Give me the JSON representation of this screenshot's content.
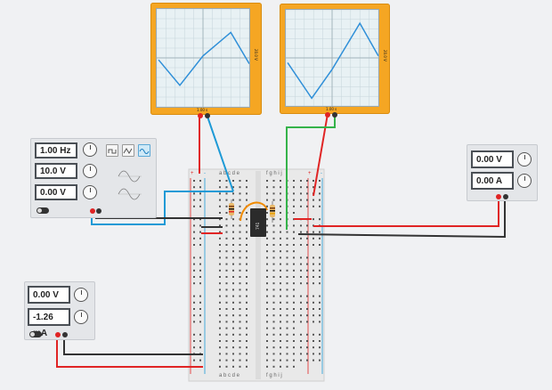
{
  "oscilloscope_left": {
    "time_div": "1.00 s",
    "volt_div": "20.0 V"
  },
  "oscilloscope_right": {
    "time_div": "1.00 s",
    "volt_div": "20.0 V"
  },
  "function_generator": {
    "frequency": "1.00 Hz",
    "amplitude": "10.0 V",
    "dc_offset": "0.00 V",
    "waveforms": [
      "square-wave-icon",
      "triangle-wave-icon",
      "sine-wave-icon"
    ],
    "selected_waveform": "sine-wave-icon"
  },
  "multimeter_right": {
    "voltage": "0.00 V",
    "current": "0.00 A"
  },
  "multimeter_left": {
    "voltage": "0.00 V",
    "current": "-1.26 mA"
  },
  "breadboard": {
    "columns_left": "a b c d e",
    "columns_right": "f g h i j",
    "rail_plus": "+",
    "rail_minus": "-"
  },
  "ic_label": "741",
  "colors": {
    "red_wire": "#e02424",
    "blue_wire": "#1e9ad6",
    "green_wire": "#35b34a",
    "black_wire": "#333333",
    "orange_wire": "#f08a00",
    "scope_body": "#f5a623",
    "trace": "#2f8fd8"
  }
}
